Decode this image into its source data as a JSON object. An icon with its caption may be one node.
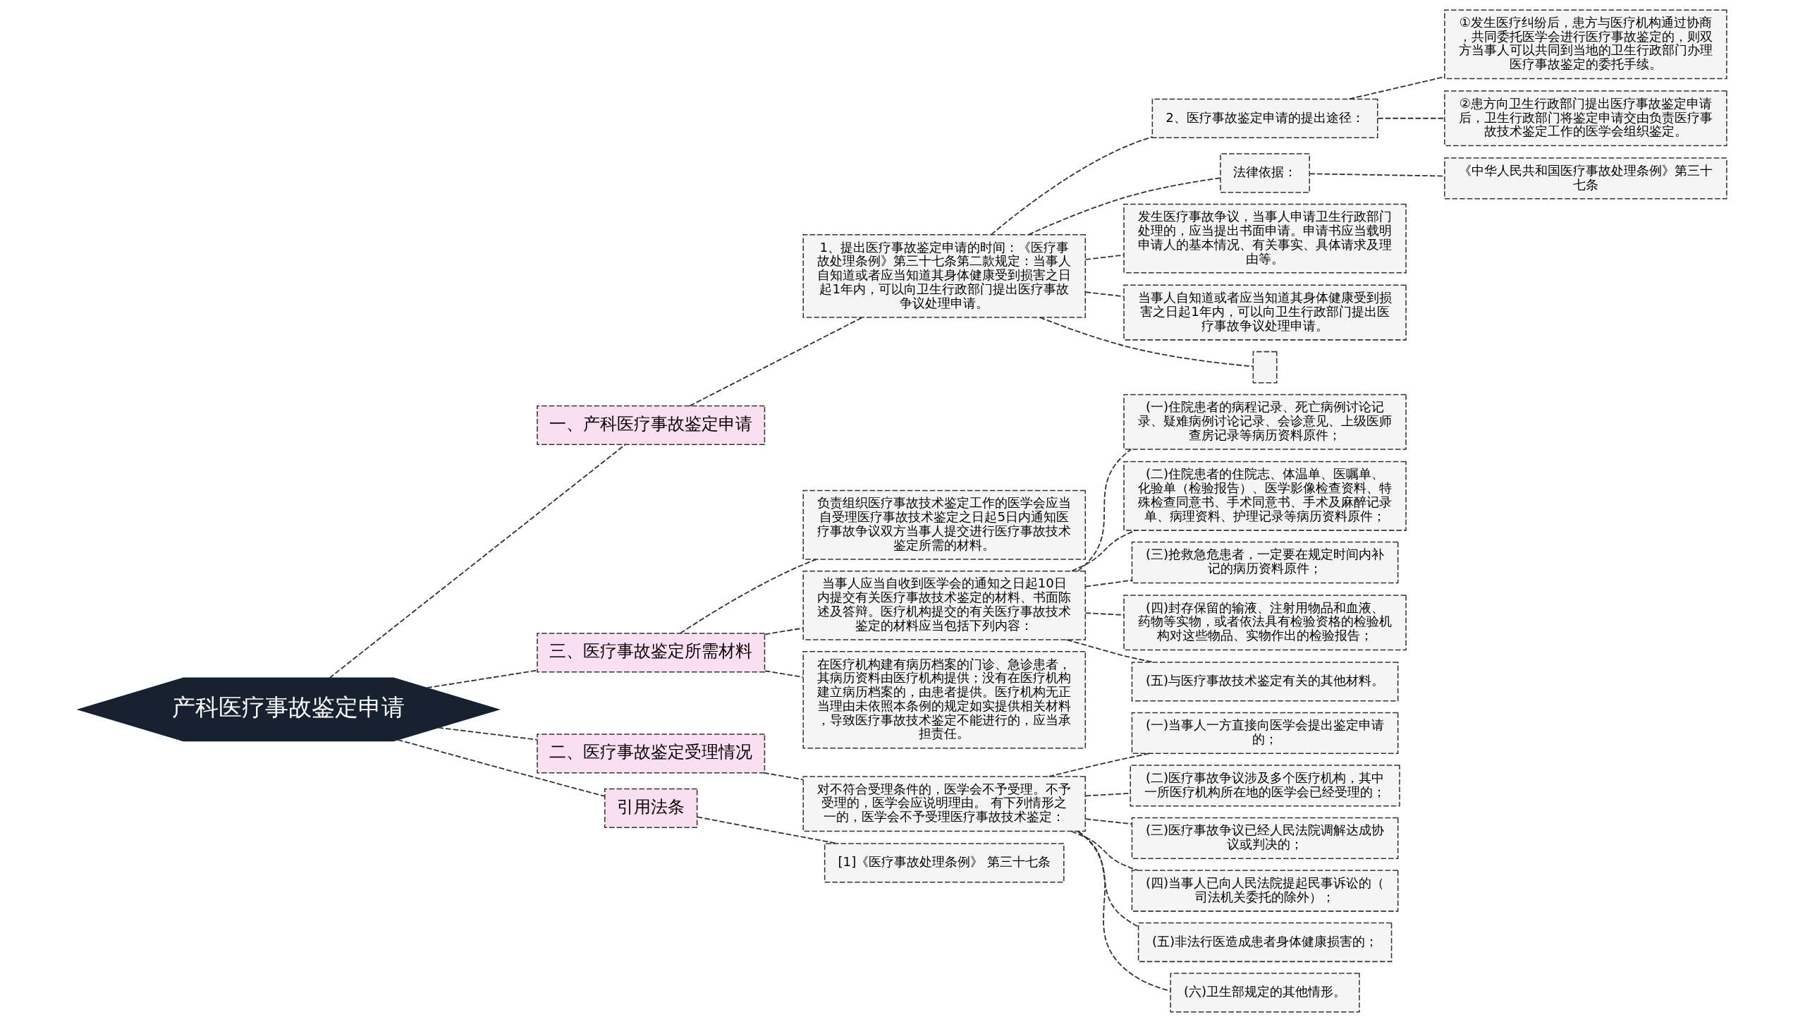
{
  "diagram": {
    "nodes": [
      {
        "text": [
          "产科医疗事故鉴定申请"
        ]
      },
      {
        "text": [
          "一、产科医疗事故鉴定申请"
        ]
      },
      {
        "text": [
          "1、提出医疗事故鉴定申请的时间：《医疗事故处理条例》第三十七条第二款规定：当事人自知道或者应当知道其身体健康受到损害之日起1年内，可以向卫生行政部门提出医疗事故争议处理申请。"
        ]
      },
      {
        "text": [
          "2、医疗事故鉴定申请的提出途径："
        ]
      },
      {
        "text": [
          "①发生医疗纠纷后，患方与医疗机构通过协商，共同委托医学会进行医疗事故鉴定的，则双方当事人可以共同到当地的卫生行政部门办理医疗事故鉴定的委托手续。"
        ]
      },
      {
        "text": [
          "②患方向卫生行政部门提出医疗事故鉴定申请后，卫生行政部门将鉴定申请交由负责医疗事故技术鉴定工作的医学会组织鉴定。"
        ]
      },
      {
        "text": [
          "法律依据："
        ]
      },
      {
        "text": [
          "《中华人民共和国医疗事故处理条例》第三十七条"
        ]
      },
      {
        "text": [
          "发生医疗事故争议，当事人申请卫生行政部门处理的，应当提出书面申请。申请书应当载明申请人的基本情况、有关事实、具体请求及理由等。"
        ]
      },
      {
        "text": [
          "当事人自知道或者应当知道其身体健康受到损害之日起1年内，可以向卫生行政部门提出医疗事故争议处理申请。"
        ]
      },
      {
        "text": [],
        "shape": "box"
      },
      {
        "text": [
          "三、医疗事故鉴定所需材料"
        ]
      },
      {
        "text": [
          "负责组织医疗事故技术鉴定工作的医学会应当自受理医疗事故技术鉴定之日起5日内通知医疗事故争议双方当事人提交进行医疗事故技术鉴定所需的材料。"
        ]
      },
      {
        "text": [
          "当事人应当自收到医学会的通知之日起10日内提交有关医疗事故技术鉴定的材料、书面陈述及答辩。医疗机构提交的有关医疗事故技术鉴定的材料应当包括下列内容："
        ]
      },
      {
        "text": [
          "(一)住院患者的病程记录、死亡病例讨论记录、疑难病例讨论记录、会诊意见、上级医师查房记录等病历资料原件；"
        ]
      },
      {
        "text": [
          "(二)住院患者的住院志、体温单、医嘱单、化验单（检验报告）、医学影像检查资料、特殊检查同意书、手术同意书、手术及麻醉记录单、病理资料、护理记录等病历资料原件；"
        ]
      },
      {
        "text": [
          "(三)抢救急危患者，一定要在规定时间内补记的病历资料原件；"
        ]
      },
      {
        "text": [
          "(四)封存保留的输液、注射用物品和血液、药物等实物，或者依法具有检验资格的检验机构对这些物品、实物作出的检验报告；"
        ]
      },
      {
        "text": [
          "(五)与医疗事故技术鉴定有关的其他材料。"
        ]
      },
      {
        "text": [
          "在医疗机构建有病历档案的门诊、急诊患者，其病历资料由医疗机构提供；没有在医疗机构建立病历档案的，由患者提供。医疗机构无正当理由未依照本条例的规定如实提供相关材料，导致医疗事故技术鉴定不能进行的，应当承担责任。"
        ]
      },
      {
        "text": [
          "二、医疗事故鉴定受理情况"
        ]
      },
      {
        "text": [
          "对不符合受理条件的，医学会不予受理。不予受理的，医学会应说明理由。 有下列情形之一的，医学会不予受理医疗事故技术鉴定："
        ]
      },
      {
        "text": [
          "(一)当事人一方直接向医学会提出鉴定申请的；"
        ]
      },
      {
        "text": [
          "(二)医疗事故争议涉及多个医疗机构，其中一所医疗机构所在地的医学会已经受理的；"
        ]
      },
      {
        "text": [
          "(三)医疗事故争议已经人民法院调解达成协议或判决的；"
        ]
      },
      {
        "text": [
          "(四)当事人已向人民法院提起民事诉讼的（司法机关委托的除外）；"
        ]
      },
      {
        "text": [
          "(五)非法行医造成患者身体健康损害的；"
        ]
      },
      {
        "text": [
          "(六)卫生部规定的其他情形。"
        ]
      },
      {
        "text": [
          "引用法条"
        ]
      },
      {
        "text": [
          "[1]《医疗事故处理条例》 第三十七条"
        ]
      }
    ],
    "edges": [
      {
        "from": 0,
        "to": 1,
        "arrow": "none"
      },
      {
        "from": 1,
        "to": 2,
        "arrow": "none"
      },
      {
        "from": 2,
        "to": 3,
        "arrow": "none"
      },
      {
        "from": 3,
        "to": 4,
        "arrow": "none"
      },
      {
        "from": 3,
        "to": 5,
        "arrow": "none"
      },
      {
        "from": 2,
        "to": 6,
        "arrow": "none"
      },
      {
        "from": 6,
        "to": 7,
        "arrow": "none"
      },
      {
        "from": 2,
        "to": 8,
        "arrow": "none"
      },
      {
        "from": 2,
        "to": 9,
        "arrow": "none"
      },
      {
        "from": 2,
        "to": 10,
        "arrow": "none"
      },
      {
        "from": 0,
        "to": 11,
        "arrow": "none"
      },
      {
        "from": 11,
        "to": 12,
        "arrow": "none"
      },
      {
        "from": 11,
        "to": 13,
        "arrow": "none"
      },
      {
        "from": 13,
        "to": 14,
        "arrow": "none"
      },
      {
        "from": 13,
        "to": 15,
        "arrow": "none"
      },
      {
        "from": 13,
        "to": 16,
        "arrow": "none"
      },
      {
        "from": 13,
        "to": 17,
        "arrow": "none"
      },
      {
        "from": 13,
        "to": 18,
        "arrow": "none"
      },
      {
        "from": 11,
        "to": 19,
        "arrow": "none"
      },
      {
        "from": 0,
        "to": 20,
        "arrow": "none"
      },
      {
        "from": 20,
        "to": 21,
        "arrow": "none"
      },
      {
        "from": 21,
        "to": 22,
        "arrow": "none"
      },
      {
        "from": 21,
        "to": 23,
        "arrow": "none"
      },
      {
        "from": 21,
        "to": 24,
        "arrow": "none"
      },
      {
        "from": 21,
        "to": 25,
        "arrow": "none"
      },
      {
        "from": 21,
        "to": 26,
        "arrow": "none"
      },
      {
        "from": 21,
        "to": 27,
        "arrow": "none"
      },
      {
        "from": 0,
        "to": 28,
        "arrow": "none"
      },
      {
        "from": 28,
        "to": 29,
        "arrow": "none"
      }
    ]
  }
}
